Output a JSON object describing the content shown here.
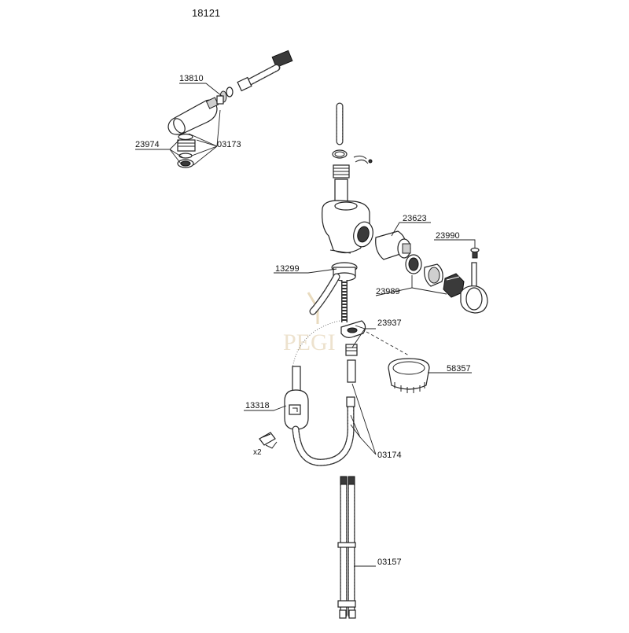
{
  "diagram": {
    "model_number": "18121",
    "watermark_text": "PEGI",
    "quantity_note": "x2",
    "part_labels": {
      "p13810": "13810",
      "p23974": "23974",
      "p03173": "03173",
      "p23623": "23623",
      "p23990": "23990",
      "p13299": "13299",
      "p23989": "23989",
      "p23937": "23937",
      "p58357": "58357",
      "p13318": "13318",
      "p03174": "03174",
      "p03157": "03157"
    }
  }
}
